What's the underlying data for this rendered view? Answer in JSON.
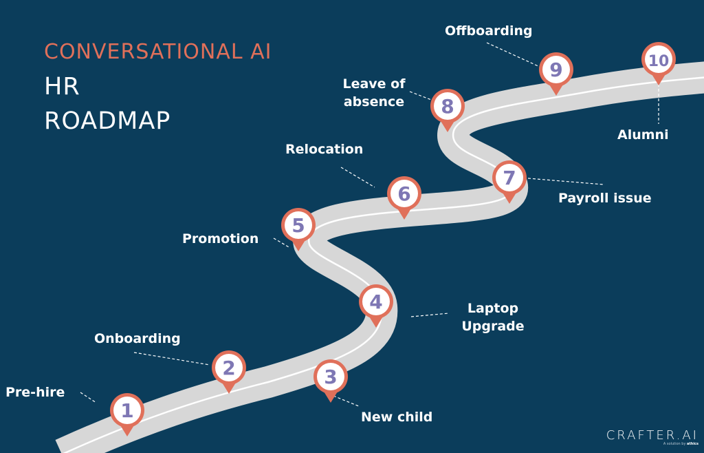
{
  "title": {
    "line1": "CONVERSATIONAL AI",
    "line2": "HR",
    "line3": "ROADMAP"
  },
  "colors": {
    "background": "#0b3d5b",
    "accent": "#e0705a",
    "road": "#d7d7d7",
    "pin_number": "#7e77b4",
    "text": "#ffffff"
  },
  "milestones": [
    {
      "number": "1",
      "label": "Pre-hire"
    },
    {
      "number": "2",
      "label": "Onboarding"
    },
    {
      "number": "3",
      "label": "New child"
    },
    {
      "number": "4",
      "label": "Laptop Upgrade"
    },
    {
      "number": "5",
      "label": "Promotion"
    },
    {
      "number": "6",
      "label": "Relocation"
    },
    {
      "number": "7",
      "label": "Payroll issue"
    },
    {
      "number": "8",
      "label": "Leave of absence"
    },
    {
      "number": "9",
      "label": "Offboarding"
    },
    {
      "number": "10",
      "label": "Alumni"
    }
  ],
  "branding": {
    "name": "CRAFTER.AI",
    "tagline_prefix": "A solution by",
    "tagline_company": "athics"
  }
}
